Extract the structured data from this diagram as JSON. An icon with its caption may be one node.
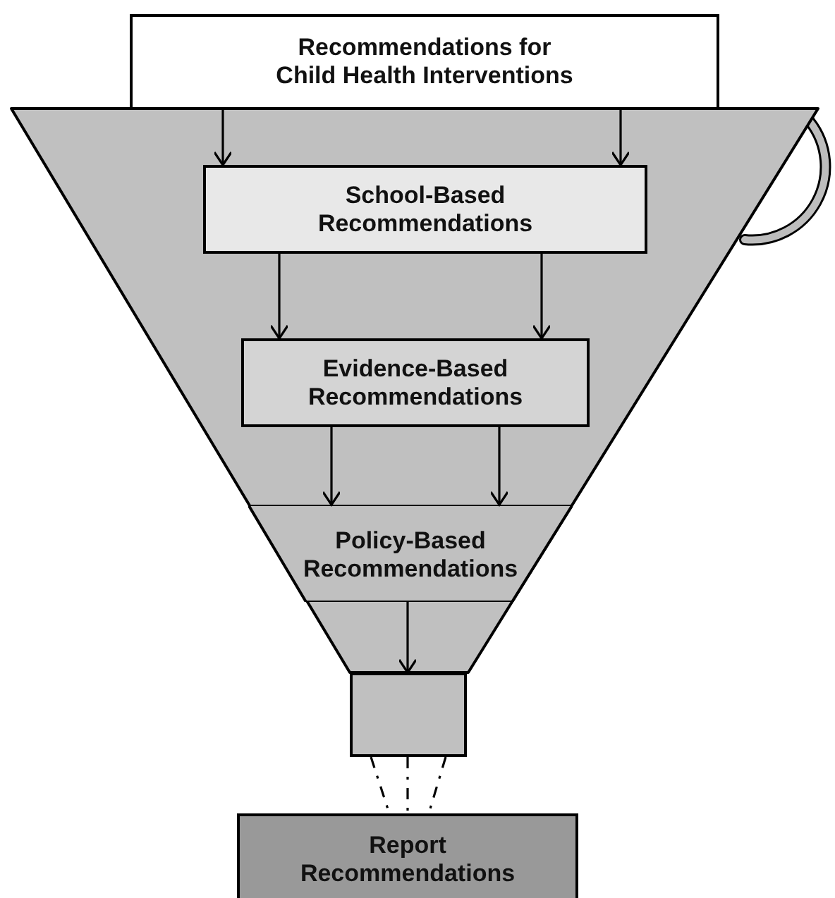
{
  "diagram": {
    "nodes": [
      {
        "text": [
          "Recommendations for Child Health Interventions"
        ]
      },
      {
        "text": [
          "School-Based Recommendations"
        ]
      },
      {
        "text": [
          "Evidence-Based Recommendations"
        ]
      },
      {
        "text": [
          "Policy-Based Recommendations"
        ]
      },
      {
        "text": [],
        "shape": "box"
      },
      {
        "text": [
          "Report Recommendations"
        ]
      }
    ],
    "edges": [
      {
        "from": 0,
        "to": 1,
        "arrow": "to"
      },
      {
        "from": 0,
        "to": 1,
        "arrow": "to"
      },
      {
        "from": 1,
        "to": 2,
        "arrow": "to"
      },
      {
        "from": 1,
        "to": 2,
        "arrow": "to"
      },
      {
        "from": 2,
        "to": 3,
        "arrow": "to"
      },
      {
        "from": 2,
        "to": 3,
        "arrow": "to"
      },
      {
        "from": 3,
        "to": 4,
        "arrow": "to"
      },
      {
        "from": 4,
        "to": 5,
        "arrow": "none",
        "style": "dashed"
      },
      {
        "from": 4,
        "to": 5,
        "arrow": "none",
        "style": "dashed"
      },
      {
        "from": 4,
        "to": 5,
        "arrow": "none",
        "style": "dashed"
      }
    ]
  }
}
